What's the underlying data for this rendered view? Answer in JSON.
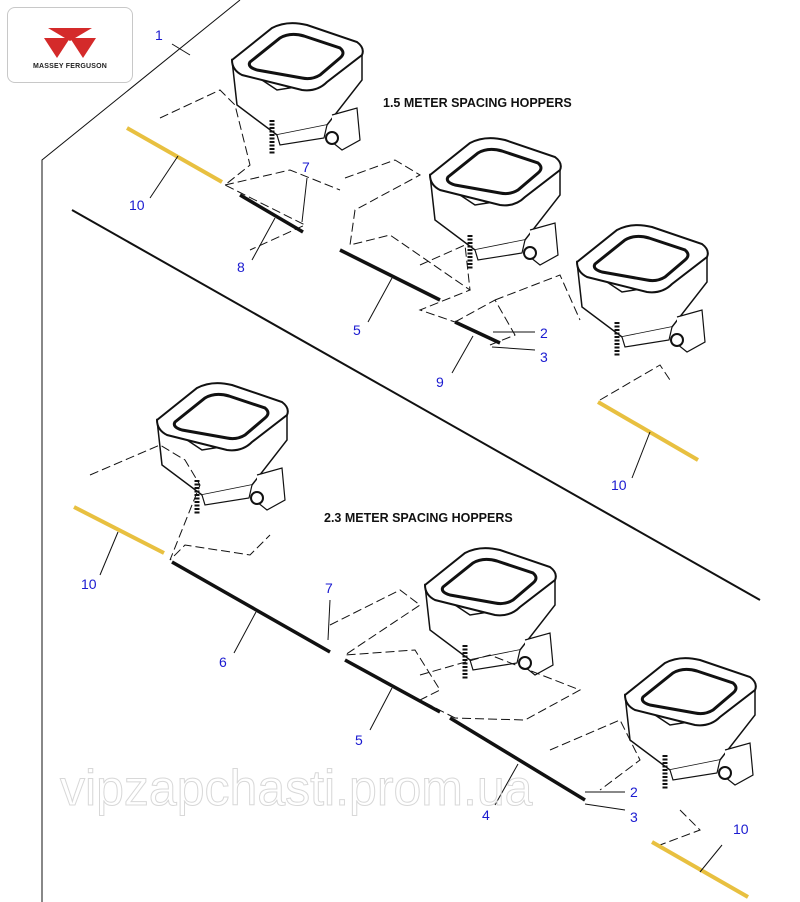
{
  "logo": {
    "brand": "MASSEY FERGUSON",
    "color": "#d42a2a"
  },
  "sections": [
    {
      "title": "1.5 METER SPACING HOPPERS"
    },
    {
      "title": "2.3 METER SPACING HOPPERS"
    }
  ],
  "callouts": {
    "top": [
      "1",
      "7",
      "10",
      "8",
      "5",
      "2",
      "3",
      "9",
      "10"
    ],
    "bottom": [
      "10",
      "6",
      "7",
      "5",
      "4",
      "2",
      "3",
      "10"
    ]
  },
  "watermark": "vipzapchasti.prom.ua",
  "colors": {
    "callout": "#1a1ad0",
    "rod": "#e8c040",
    "line": "#111111"
  }
}
